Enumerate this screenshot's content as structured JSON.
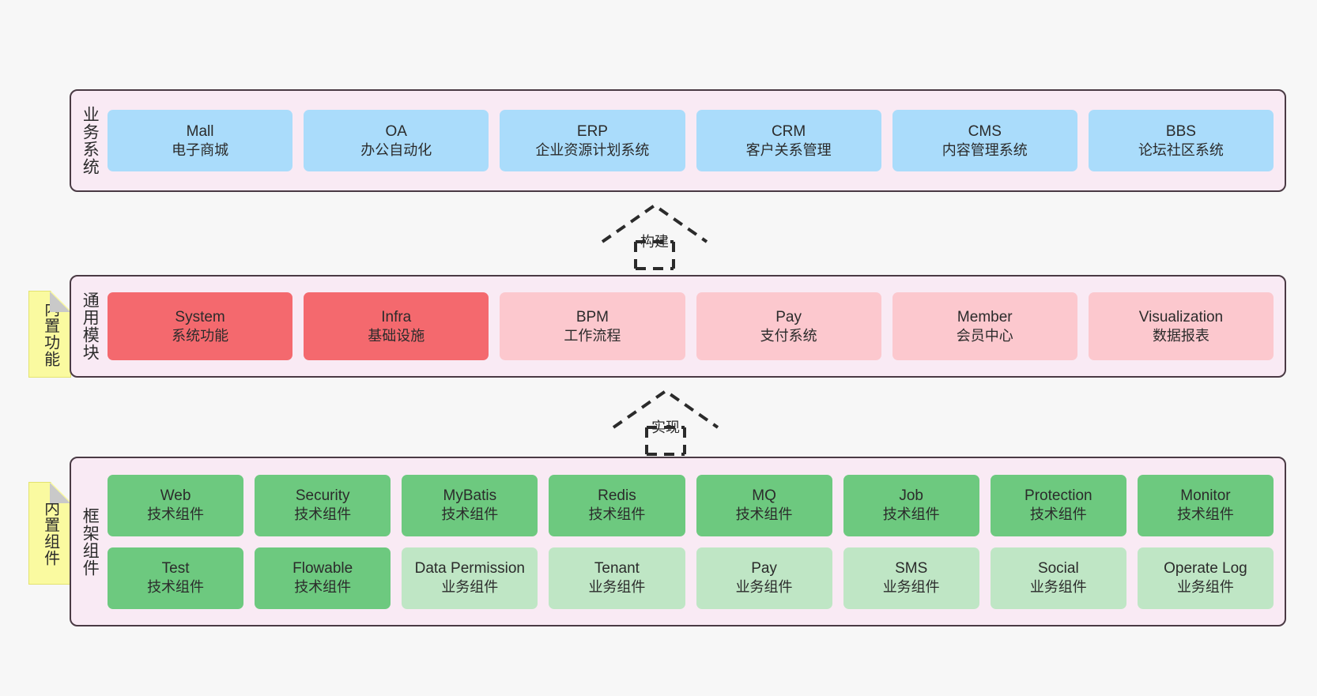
{
  "diagram": {
    "background_color": "#f7f7f7",
    "layer_fill": "#f9eaf4",
    "layer_border": "#4a3a44"
  },
  "layers": [
    {
      "id": "business",
      "title": "业务系统",
      "node_color": "#aadcfb",
      "nodes": [
        {
          "en": "Mall",
          "cn": "电子商城"
        },
        {
          "en": "OA",
          "cn": "办公自动化"
        },
        {
          "en": "ERP",
          "cn": "企业资源计划系统"
        },
        {
          "en": "CRM",
          "cn": "客户关系管理"
        },
        {
          "en": "CMS",
          "cn": "内容管理系统"
        },
        {
          "en": "BBS",
          "cn": "论坛社区系统"
        }
      ]
    },
    {
      "id": "modules",
      "title": "通用模块",
      "node_color_strong": "#f4696e",
      "node_color_soft": "#fcc8ce",
      "nodes": [
        {
          "en": "System",
          "cn": "系统功能",
          "style": "strong"
        },
        {
          "en": "Infra",
          "cn": "基础设施",
          "style": "strong"
        },
        {
          "en": "BPM",
          "cn": "工作流程",
          "style": "soft"
        },
        {
          "en": "Pay",
          "cn": "支付系统",
          "style": "soft"
        },
        {
          "en": "Member",
          "cn": "会员中心",
          "style": "soft"
        },
        {
          "en": "Visualization",
          "cn": "数据报表",
          "style": "soft"
        }
      ]
    },
    {
      "id": "framework",
      "title": "框架组件",
      "node_color_strong": "#6dc97f",
      "node_color_soft": "#bfe6c5",
      "rows": [
        [
          {
            "en": "Web",
            "cn": "技术组件",
            "style": "strong"
          },
          {
            "en": "Security",
            "cn": "技术组件",
            "style": "strong"
          },
          {
            "en": "MyBatis",
            "cn": "技术组件",
            "style": "strong"
          },
          {
            "en": "Redis",
            "cn": "技术组件",
            "style": "strong"
          },
          {
            "en": "MQ",
            "cn": "技术组件",
            "style": "strong"
          },
          {
            "en": "Job",
            "cn": "技术组件",
            "style": "strong"
          },
          {
            "en": "Protection",
            "cn": "技术组件",
            "style": "strong"
          },
          {
            "en": "Monitor",
            "cn": "技术组件",
            "style": "strong"
          }
        ],
        [
          {
            "en": "Test",
            "cn": "技术组件",
            "style": "strong"
          },
          {
            "en": "Flowable",
            "cn": "技术组件",
            "style": "strong"
          },
          {
            "en": "Data Permission",
            "cn": "业务组件",
            "style": "soft"
          },
          {
            "en": "Tenant",
            "cn": "业务组件",
            "style": "soft"
          },
          {
            "en": "Pay",
            "cn": "业务组件",
            "style": "soft"
          },
          {
            "en": "SMS",
            "cn": "业务组件",
            "style": "soft"
          },
          {
            "en": "Social",
            "cn": "业务组件",
            "style": "soft"
          },
          {
            "en": "Operate Log",
            "cn": "业务组件",
            "style": "soft"
          }
        ]
      ]
    }
  ],
  "notes": [
    {
      "id": "note-modules",
      "text": "内置功能",
      "color": "#fafaa0"
    },
    {
      "id": "note-framework",
      "text": "内置组件",
      "color": "#fafaa0"
    }
  ],
  "arrows": [
    {
      "id": "arrow-build",
      "label": "构建",
      "style": "dashed-generalization"
    },
    {
      "id": "arrow-implement",
      "label": "实现",
      "style": "dashed-generalization"
    }
  ]
}
